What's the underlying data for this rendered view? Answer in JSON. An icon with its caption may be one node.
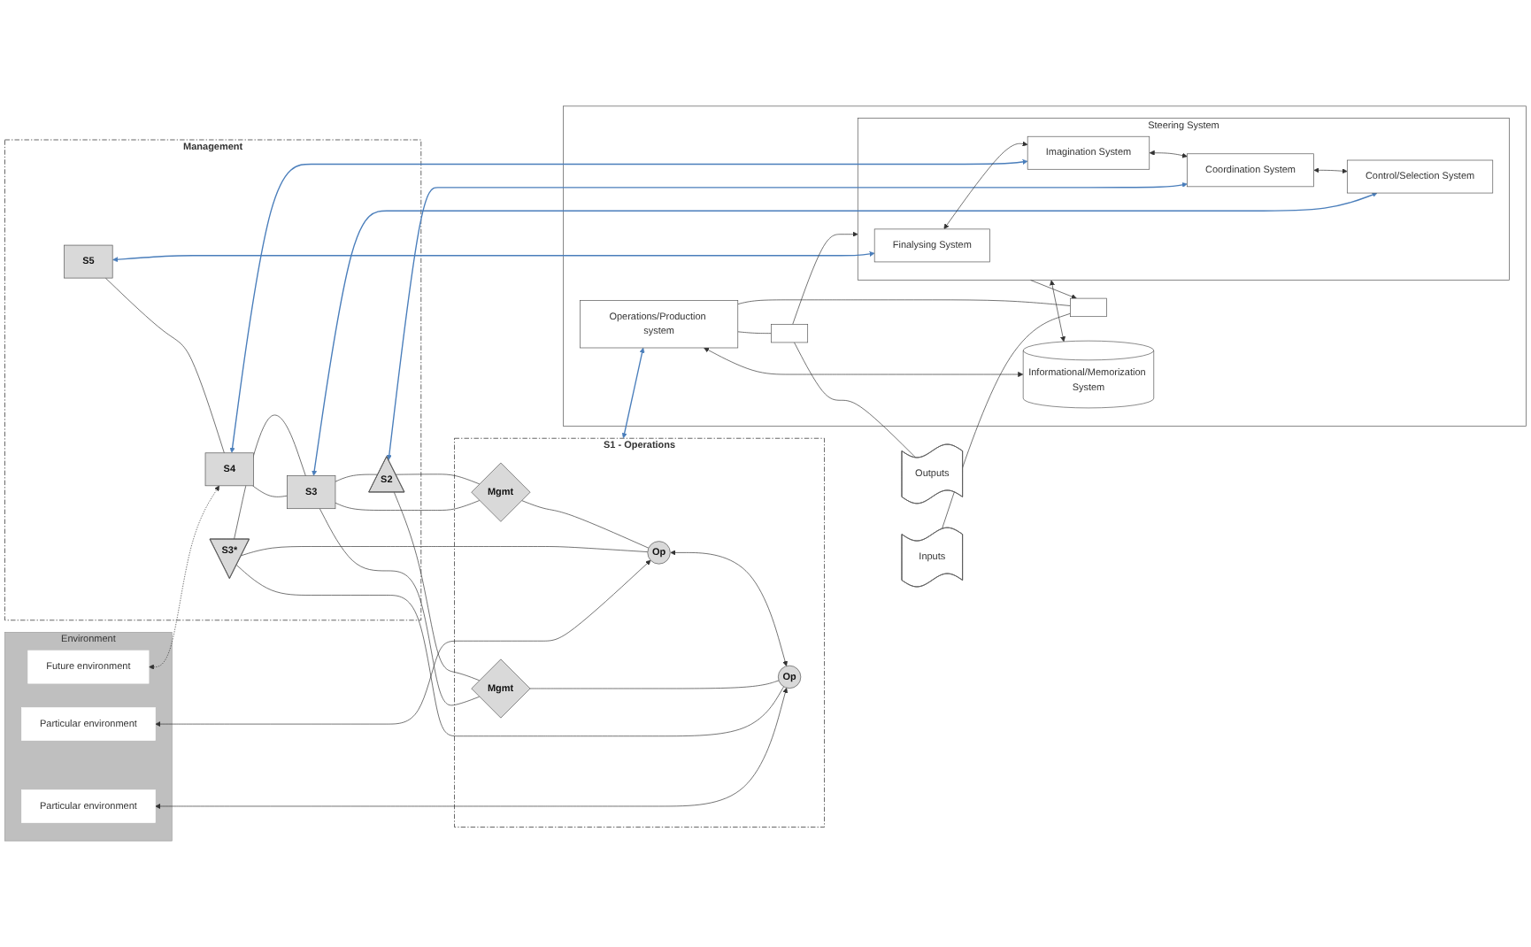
{
  "diagram": {
    "nodes": [
      {
        "text": [
          "Environment"
        ]
      },
      {
        "text": [
          "Future environment"
        ],
        "in": 0
      },
      {
        "text": [
          "Particular environment"
        ],
        "in": 0
      },
      {
        "text": [
          "Particular environment"
        ],
        "in": 0
      },
      {
        "text": [
          "Management"
        ]
      },
      {
        "text": [
          "S5"
        ],
        "in": 4
      },
      {
        "text": [
          "S4"
        ],
        "in": 4
      },
      {
        "text": [
          "S3*"
        ],
        "in": 4
      },
      {
        "text": [
          "S3"
        ],
        "in": 4
      },
      {
        "text": [
          "S2"
        ],
        "in": 4
      },
      {
        "text": [
          "S1 - Operations"
        ]
      },
      {
        "text": [
          "Mgmt"
        ],
        "in": 10
      },
      {
        "text": [
          "Op"
        ],
        "in": 10
      },
      {
        "text": [
          "Mgmt"
        ],
        "in": 10
      },
      {
        "text": [
          "Op"
        ],
        "in": 10
      },
      {
        "text": [],
        "shape": "box"
      },
      {
        "text": [
          "Steering System"
        ],
        "in": 15
      },
      {
        "text": [
          "Finalysing System"
        ],
        "in": 16
      },
      {
        "text": [
          "Imagination System"
        ],
        "in": 16
      },
      {
        "text": [
          "Coordination System"
        ],
        "in": 16
      },
      {
        "text": [
          "Control/Selection System"
        ],
        "in": 16
      },
      {
        "text": [
          "Informational/Memorization System"
        ],
        "in": 15
      },
      {
        "text": [
          "Inputs"
        ]
      },
      {
        "text": [],
        "shape": "box",
        "in": 15
      },
      {
        "text": [
          "Operations/Production system"
        ],
        "in": 15
      },
      {
        "text": [],
        "shape": "box",
        "in": 15
      },
      {
        "text": [
          "Outputs"
        ]
      }
    ],
    "edges": [
      {
        "from": 1,
        "to": 6,
        "arrow": "both",
        "style": "dashed"
      },
      {
        "from": 2,
        "to": 12,
        "arrow": "both"
      },
      {
        "from": 3,
        "to": 14,
        "arrow": "both"
      },
      {
        "from": 5,
        "to": 6,
        "arrow": "none"
      },
      {
        "from": 6,
        "to": 8,
        "arrow": "none"
      },
      {
        "from": 7,
        "to": 8,
        "arrow": "none"
      },
      {
        "from": 8,
        "to": 9,
        "arrow": "none"
      },
      {
        "from": 7,
        "to": 12,
        "arrow": "none"
      },
      {
        "from": 7,
        "to": 14,
        "arrow": "none"
      },
      {
        "from": 8,
        "to": 11,
        "arrow": "none"
      },
      {
        "from": 8,
        "to": 13,
        "arrow": "none"
      },
      {
        "from": 9,
        "to": 11,
        "arrow": "none"
      },
      {
        "from": 9,
        "to": 13,
        "arrow": "none"
      },
      {
        "from": 11,
        "to": 12,
        "arrow": "none"
      },
      {
        "from": 13,
        "to": 14,
        "arrow": "none"
      },
      {
        "from": 12,
        "to": 14,
        "arrow": "both"
      },
      {
        "from": 17,
        "to": 5,
        "arrow": "both",
        "color": "#4a7ebb"
      },
      {
        "from": 18,
        "to": 6,
        "arrow": "both",
        "color": "#4a7ebb"
      },
      {
        "from": 19,
        "to": 9,
        "arrow": "both",
        "color": "#4a7ebb"
      },
      {
        "from": 20,
        "to": 8,
        "arrow": "both",
        "color": "#4a7ebb"
      },
      {
        "from": 24,
        "to": 10,
        "arrow": "both",
        "color": "#4a7ebb"
      },
      {
        "from": 17,
        "to": 18,
        "arrow": "both"
      },
      {
        "from": 18,
        "to": 19,
        "arrow": "both"
      },
      {
        "from": 19,
        "to": 20,
        "arrow": "both"
      },
      {
        "from": 16,
        "to": 21,
        "arrow": "both"
      },
      {
        "from": 21,
        "to": 24,
        "arrow": "both"
      },
      {
        "from": 16,
        "to": 23,
        "arrow": "to"
      },
      {
        "from": 25,
        "to": 16,
        "arrow": "to"
      },
      {
        "from": 22,
        "to": 23,
        "arrow": "none"
      },
      {
        "from": 23,
        "to": 24,
        "arrow": "none"
      },
      {
        "from": 24,
        "to": 25,
        "arrow": "none"
      },
      {
        "from": 25,
        "to": 26,
        "arrow": "none"
      }
    ]
  }
}
